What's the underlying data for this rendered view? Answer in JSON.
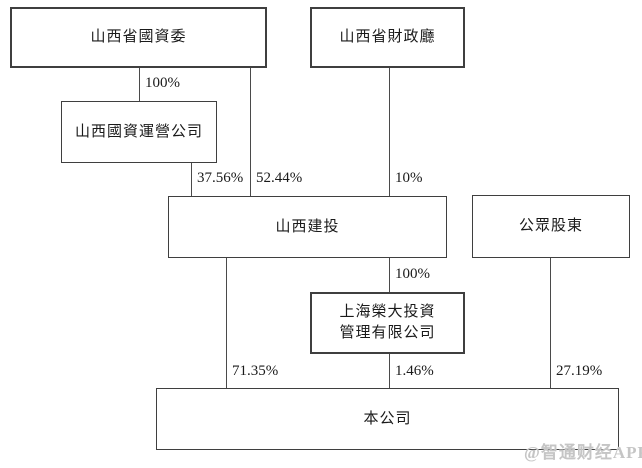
{
  "diagram": {
    "type": "shareholding-structure",
    "nodes": [
      {
        "label": "山西省國資委"
      },
      {
        "label": "山西省財政廳"
      },
      {
        "label": "山西國資運營公司"
      },
      {
        "label": "山西建投"
      },
      {
        "label": "公眾股東"
      },
      {
        "lines": [
          "上海榮大投資",
          "管理有限公司"
        ]
      },
      {
        "label": "本公司"
      }
    ],
    "edges": [
      {
        "from": "山西省國資委",
        "to": "山西國資運營公司",
        "percent": "100%"
      },
      {
        "from": "山西國資運營公司",
        "to": "山西建投",
        "percent": "37.56%"
      },
      {
        "from": "山西省國資委",
        "to": "山西建投",
        "percent": "52.44%"
      },
      {
        "from": "山西省財政廳",
        "to": "山西建投",
        "percent": "10%"
      },
      {
        "from": "山西建投",
        "to": "上海榮大投資管理有限公司",
        "percent": "100%"
      },
      {
        "from": "山西建投",
        "to": "本公司",
        "percent": "71.35%"
      },
      {
        "from": "上海榮大投資管理有限公司",
        "to": "本公司",
        "percent": "1.46%"
      },
      {
        "from": "公眾股東",
        "to": "本公司",
        "percent": "27.19%"
      }
    ],
    "watermark": "@智通财经APP",
    "colors": {
      "background": "#ffffff",
      "box_border": "#3f3f3f",
      "line": "#4a4a4a",
      "text": "#1a1a1a",
      "watermark": "#c5c5c5"
    }
  }
}
